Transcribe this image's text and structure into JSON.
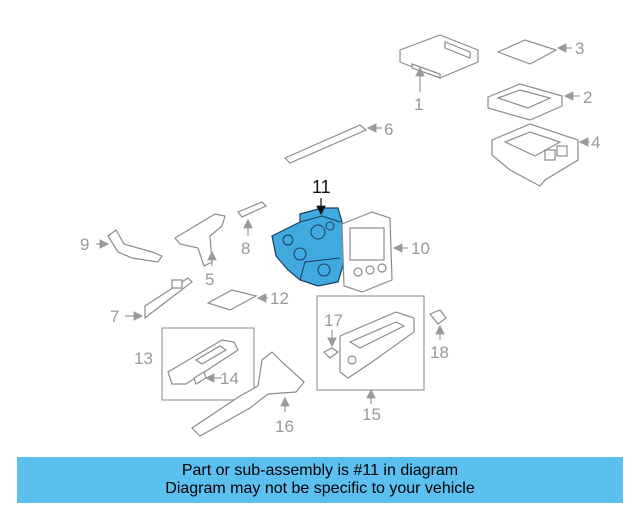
{
  "diagram": {
    "highlight_color": "#3fa9e0",
    "callouts": {
      "c1": "1",
      "c2": "2",
      "c3": "3",
      "c4": "4",
      "c5": "5",
      "c6": "6",
      "c7": "7",
      "c8": "8",
      "c9": "9",
      "c10": "10",
      "c11": "11",
      "c12": "12",
      "c13": "13",
      "c14": "14",
      "c15": "15",
      "c16": "16",
      "c17": "17",
      "c18": "18"
    }
  },
  "banner": {
    "line1": "Part or sub-assembly is #11 in diagram",
    "line2": "Diagram may not be specific to your vehicle",
    "color": "#5bc0f0"
  }
}
